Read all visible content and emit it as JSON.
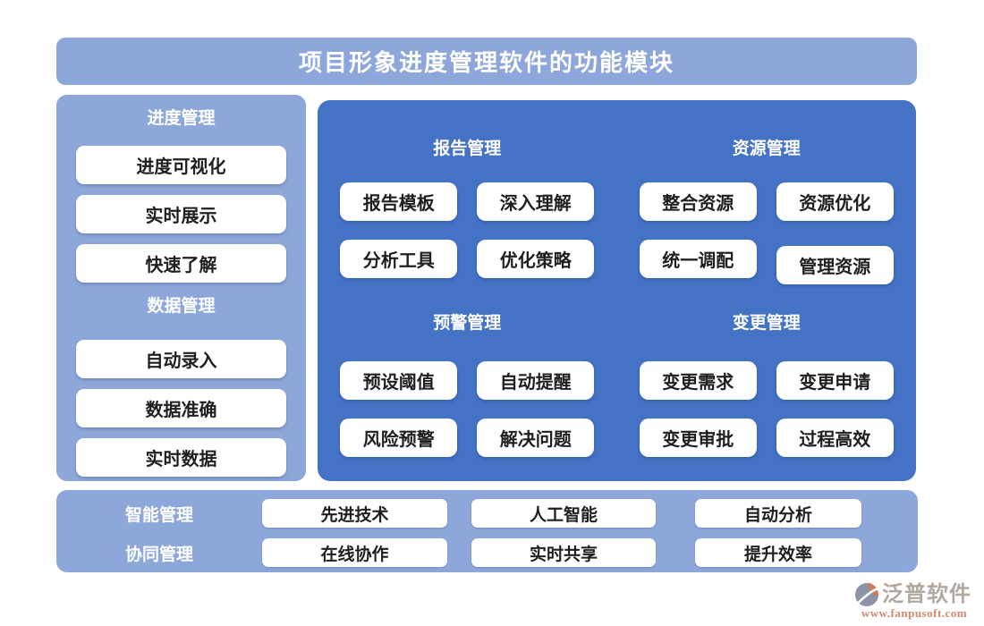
{
  "page": {
    "title": "项目形象进度管理软件的功能模块"
  },
  "colors": {
    "panel_light": "#8EA7DA",
    "panel_dark": "#4472C4",
    "button_bg": "#FFFFFF",
    "button_text": "#1F1F1F",
    "heading_text": "#FFFFFF",
    "logo_orange": "#D9795A",
    "logo_gray": "#8C93A6",
    "brand_text": "#B1A89F",
    "brand_url": "#D5886C"
  },
  "sidebar": {
    "groups": [
      {
        "title": "进度管理",
        "items": [
          "进度可视化",
          "实时展示",
          "快速了解"
        ]
      },
      {
        "title": "数据管理",
        "items": [
          "自动录入",
          "数据准确",
          "实时数据"
        ]
      }
    ]
  },
  "main": {
    "sections": [
      {
        "title": "报告管理",
        "items": [
          "报告模板",
          "深入理解",
          "分析工具",
          "优化策略"
        ]
      },
      {
        "title": "资源管理",
        "items": [
          "整合资源",
          "资源优化",
          "统一调配",
          "管理资源"
        ]
      },
      {
        "title": "预警管理",
        "items": [
          "预设阈值",
          "自动提醒",
          "风险预警",
          "解决问题"
        ]
      },
      {
        "title": "变更管理",
        "items": [
          "变更需求",
          "变更申请",
          "变更审批",
          "过程高效"
        ]
      }
    ]
  },
  "footer": {
    "rows": [
      {
        "label": "智能管理",
        "items": [
          "先进技术",
          "人工智能",
          "自动分析"
        ]
      },
      {
        "label": "协同管理",
        "items": [
          "在线协作",
          "实时共享",
          "提升效率"
        ]
      }
    ]
  },
  "branding": {
    "name": "泛普软件",
    "url": "www.fanpusoft.com"
  }
}
